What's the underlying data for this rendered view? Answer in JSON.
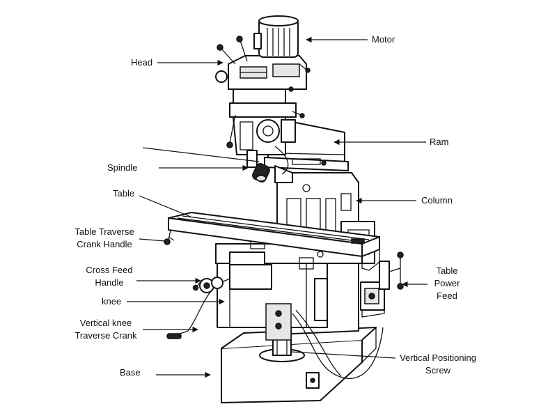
{
  "labels": {
    "motor": "Motor",
    "head": "Head",
    "ram": "Ram",
    "spindle": "Spindle",
    "table": "Table",
    "column": "Column",
    "table_traverse_1": "Table Traverse",
    "table_traverse_2": "Crank Handle",
    "table_power_1": "Table",
    "table_power_2": "Power",
    "table_power_3": "Feed",
    "cross_feed_1": "Cross Feed",
    "cross_feed_2": "Handle",
    "knee": "knee",
    "vertical_knee_1": "Vertical knee",
    "vertical_knee_2": "Traverse Crank",
    "vertical_screw_1": "Vertical Positioning",
    "vertical_screw_2": "Screw",
    "base": "Base"
  }
}
